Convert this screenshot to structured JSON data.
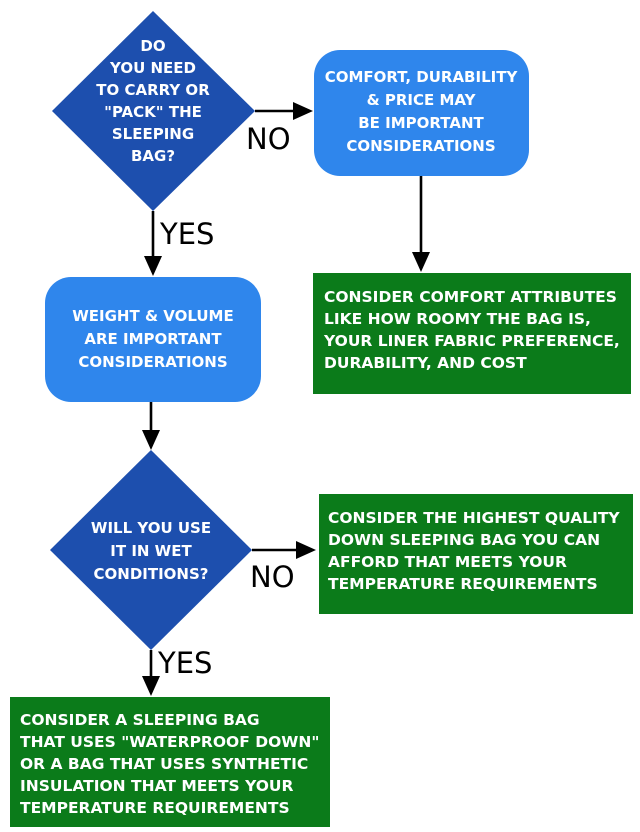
{
  "colors": {
    "diamond": "#1d4fae",
    "rounded_box": "#2f86ec",
    "result_box": "#0b7b1a",
    "text": "#ffffff",
    "connector": "#000000"
  },
  "nodes": {
    "q_pack": [
      "DO",
      "YOU NEED",
      "TO CARRY OR",
      "\"PACK\" THE",
      "SLEEPING",
      "BAG?"
    ],
    "comfort_box": [
      "COMFORT, DURABILITY",
      "& PRICE MAY",
      "BE IMPORTANT",
      "CONSIDERATIONS"
    ],
    "weight_box": [
      "WEIGHT & VOLUME",
      "ARE IMPORTANT",
      "CONSIDERATIONS"
    ],
    "q_wet": [
      "WILL YOU USE",
      "IT IN WET",
      "CONDITIONS?"
    ],
    "result_comfort": [
      "CONSIDER COMFORT ATTRIBUTES",
      "LIKE HOW ROOMY THE BAG IS,",
      "YOUR LINER FABRIC PREFERENCE,",
      "DURABILITY, AND COST"
    ],
    "result_down": [
      "CONSIDER THE HIGHEST QUALITY",
      "DOWN SLEEPING BAG YOU CAN",
      "AFFORD THAT MEETS YOUR",
      "TEMPERATURE REQUIREMENTS"
    ],
    "result_waterproof": [
      "CONSIDER A SLEEPING BAG",
      "THAT USES \"WATERPROOF DOWN\"",
      "OR A BAG THAT USES SYNTHETIC",
      "INSULATION THAT MEETS YOUR",
      "TEMPERATURE REQUIREMENTS"
    ]
  },
  "edge_labels": {
    "pack_no": "NO",
    "pack_yes": "YES",
    "wet_no": "NO",
    "wet_yes": "YES"
  }
}
